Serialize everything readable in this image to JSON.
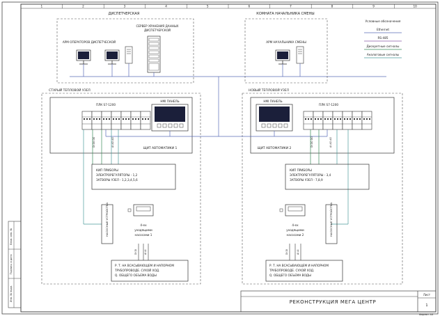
{
  "ruler": [
    "1",
    "2",
    "3",
    "4",
    "5",
    "6",
    "7",
    "8",
    "9",
    "10"
  ],
  "dispatch_title": "ДИСПЕТЧЕРСКАЯ",
  "shift_room_title": "КОМНАТА НАЧАЛЬНИКА СМЕНЫ",
  "legend": {
    "title": "Условные обозначения",
    "items": [
      {
        "label": "Ethernet",
        "color": "#5a6bb8"
      },
      {
        "label": "RS-485",
        "color": "#8a5aa8"
      },
      {
        "label": "Дискретные сигналы",
        "color": "#3a8a5a"
      },
      {
        "label": "Аналоговые сигналы",
        "color": "#4a9a9a"
      }
    ]
  },
  "server_label": "СЕРВЕР ХРАНЕНИЯ ДАННЫХ ДИСПЕТЧЕРСКОЙ",
  "arm_dispatch": "АРМ ОПЕРАТОРОВ ДИСПЕТЧЕСКОЙ",
  "arm_chief": "АРМ НАЧАЛЬНИКА СМЕНЫ",
  "old_node": {
    "title": "СТАРЫЙ ТЕПЛОВОЙ УЗЕЛ",
    "plc": "ПЛК S7-1200",
    "hmi": "HMI ПАНЕЛЬ",
    "cabinet": "ЩИТ АВТОМАТИКИ 1",
    "devices": [
      "КИП ПРИБОРЫ",
      "ЭЛЕКТРОРЕГУЛЯТОРЫ - 1,2",
      "ЗАТВОРЫ УЗЕЛ - 1,2,3,4,5,6"
    ],
    "vfd": [
      "4-ех",
      "уходящими",
      "насосами 1"
    ],
    "side_label": "НАСОСНЫЕ УСТРОЙСТВА",
    "sensors": [
      "Р. Т.  НА ВСАСЫВАЮЩЕМ И НАПОРНОМ",
      "ТРУБОПРОВОДЕ. СУХОЙ ХОД.",
      "Q. ОБЩЕГО ОБЪЕМА ВОДЫ"
    ]
  },
  "new_node": {
    "title": "НОВЫЙ ТЕПЛОВОЙ УЗЕЛ",
    "plc": "ПЛК S7-1200",
    "hmi": "HMI ПАНЕЛЬ",
    "cabinet": "ЩИТ АВТОМАТИКИ 2",
    "devices": [
      "КИП ПРИБОРЫ",
      "ЭЛЕКТРОРЕГУЛЯТОРЫ - 3,4",
      "ЗАТВОРЫ УЗЕЛ - 7,8,9"
    ],
    "vfd": [
      "4-ех",
      "уходящими",
      "насосами 2"
    ],
    "side_label": "НАСОСНЫЕ УСТРОЙСТВА",
    "sensors": [
      "Р. Т.  НА ВСАСЫВАЮЩЕМ И НАПОРНОМ",
      "ТРУБОПРОВОДЕ. СУХОЙ ХОД.",
      "Q. ОБЩЕГО ОБЪЕМА ВОДЫ"
    ]
  },
  "stamp": {
    "title": "РЕКОНСТРУКЦИЯ МЕГА ЦЕНТР",
    "sheet_label": "Лист",
    "sheet_no": "1",
    "format": "Формат А3",
    "side_fields": [
      "Взам. инв. №",
      "Подпись и дата",
      "Инв. № подл."
    ]
  }
}
